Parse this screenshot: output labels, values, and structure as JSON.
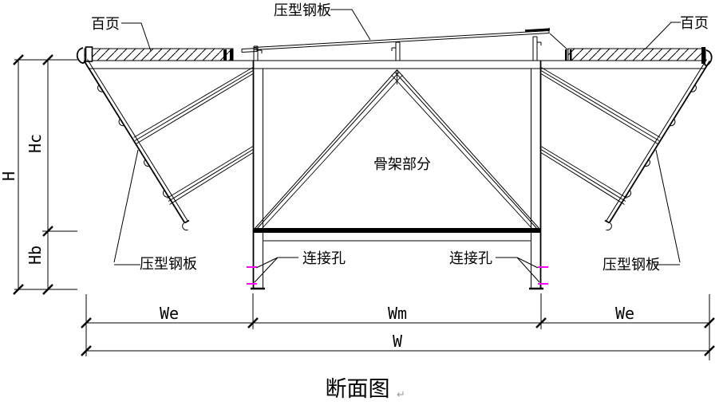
{
  "drawing": {
    "title": "断面图",
    "paragraph_mark": "↵"
  },
  "labels": {
    "louver_left": "百页",
    "louver_right": "百页",
    "roof_plate_top": "压型钢板",
    "panel_left": "压型钢板",
    "panel_right": "压型钢板",
    "frame_center": "骨架部分",
    "hole_left": "连接孔",
    "hole_right": "连接孔"
  },
  "dimensions": {
    "height_total": "H",
    "height_center": "Hc",
    "height_bottom": "Hb",
    "width_edge_left": "We",
    "width_middle": "Wm",
    "width_edge_right": "We",
    "width_total": "W"
  },
  "colors": {
    "line": "#000000",
    "background": "#ffffff",
    "connection_hole": "#ff00ff",
    "paragraph_mark": "#9a9a9a"
  }
}
